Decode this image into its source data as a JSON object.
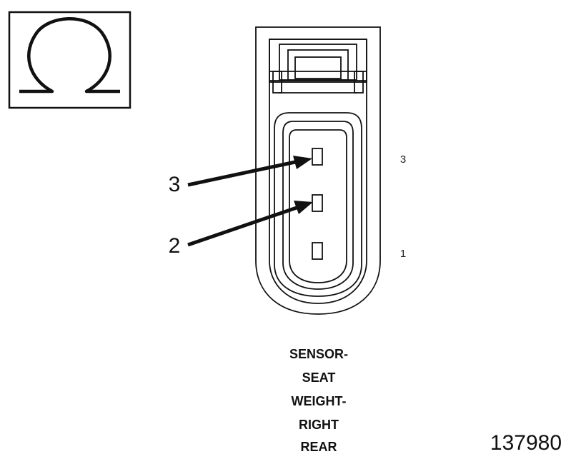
{
  "symbol": {
    "icon": "ohm-icon"
  },
  "callouts": [
    {
      "label": "3"
    },
    {
      "label": "2"
    }
  ],
  "pin_labels": {
    "top": "3",
    "bottom": "1"
  },
  "caption": {
    "lines": [
      "SENSOR-",
      "SEAT",
      "WEIGHT-",
      "RIGHT",
      "REAR"
    ]
  },
  "figure_number": "137980"
}
